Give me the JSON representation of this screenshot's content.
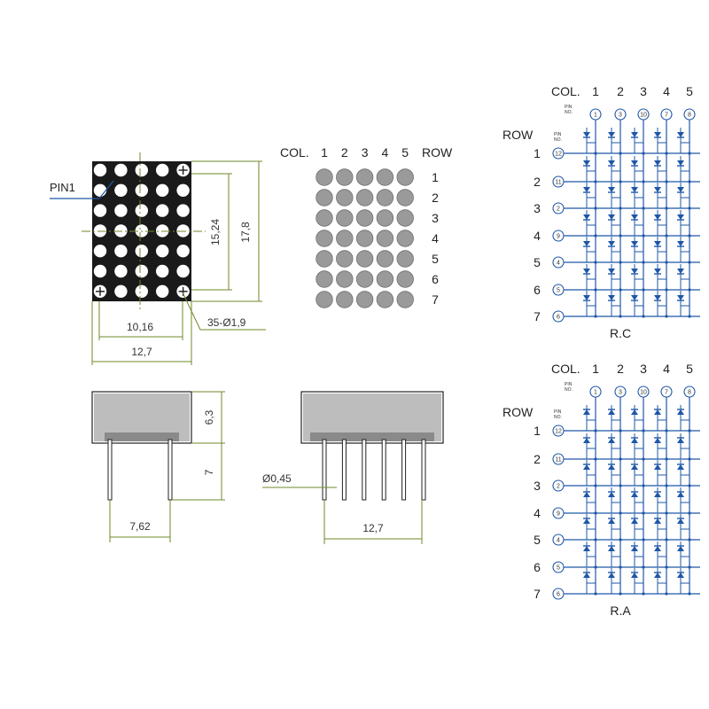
{
  "top_view": {
    "pin1_label": "PIN1",
    "height_inner": "15,24",
    "height_outer": "17,8",
    "width_inner": "10,16",
    "width_outer": "12,7",
    "holes_label": "35-Ø1,9"
  },
  "front_view": {
    "dot_cols": 5,
    "dot_rows": 7,
    "col_header": "COL.",
    "row_header": "ROW",
    "col_numbers": [
      "1",
      "2",
      "3",
      "4",
      "5"
    ],
    "row_numbers": [
      "1",
      "2",
      "3",
      "4",
      "5",
      "6",
      "7"
    ],
    "dot_color": "#9a9a9a"
  },
  "side_view": {
    "body_height": "6,3",
    "pin_length": "7",
    "pin_pitch": "7,62"
  },
  "end_view": {
    "pin_diameter": "Ø0,45",
    "pin_span": "12,7"
  },
  "schematics": [
    {
      "name": "R.C",
      "col_header": "COL.",
      "row_header": "ROW",
      "pin_no_label": "PIN NO.",
      "col_numbers": [
        "1",
        "2",
        "3",
        "4",
        "5"
      ],
      "col_pins": [
        "1",
        "3",
        "10",
        "7",
        "8"
      ],
      "row_numbers": [
        "1",
        "2",
        "3",
        "4",
        "5",
        "6",
        "7"
      ],
      "row_pins": [
        "12",
        "11",
        "2",
        "9",
        "4",
        "5",
        "6"
      ],
      "diode_direction": "down"
    },
    {
      "name": "R.A",
      "col_header": "COL.",
      "row_header": "ROW",
      "pin_no_label": "PIN NO.",
      "col_numbers": [
        "1",
        "2",
        "3",
        "4",
        "5"
      ],
      "col_pins": [
        "1",
        "3",
        "10",
        "7",
        "8"
      ],
      "row_numbers": [
        "1",
        "2",
        "3",
        "4",
        "5",
        "6",
        "7"
      ],
      "row_pins": [
        "12",
        "11",
        "2",
        "9",
        "4",
        "5",
        "6"
      ],
      "diode_direction": "up"
    }
  ],
  "colors": {
    "dimension_line": "#6f8a2a",
    "schematic": "#1f57a8",
    "package_body": "#1a1a1a"
  }
}
